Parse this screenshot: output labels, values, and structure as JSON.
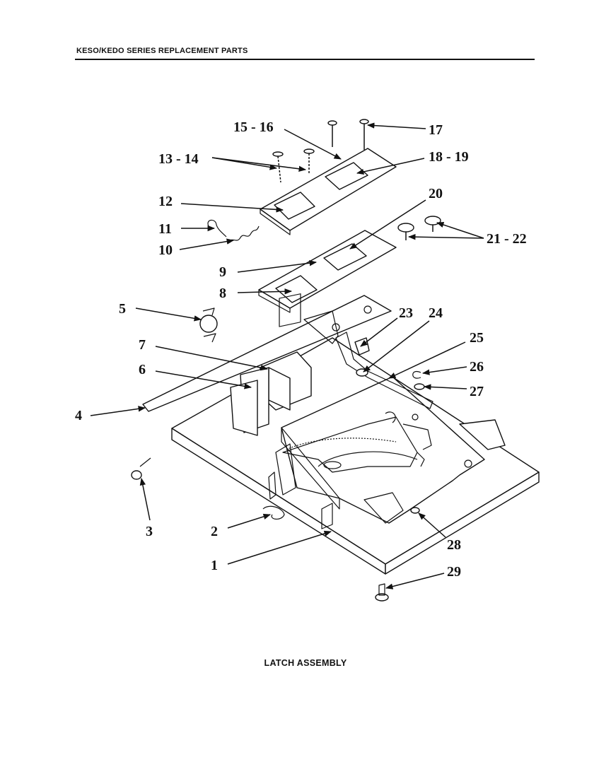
{
  "header": {
    "title": "KESO/KEDO SERIES REPLACEMENT PARTS"
  },
  "caption": "LATCH ASSEMBLY",
  "footer": {
    "page_mark": ""
  },
  "callouts": [
    {
      "id": "1",
      "label": "1"
    },
    {
      "id": "2",
      "label": "2"
    },
    {
      "id": "3",
      "label": "3"
    },
    {
      "id": "4",
      "label": "4"
    },
    {
      "id": "5",
      "label": "5"
    },
    {
      "id": "6",
      "label": "6"
    },
    {
      "id": "7",
      "label": "7"
    },
    {
      "id": "8",
      "label": "8"
    },
    {
      "id": "9",
      "label": "9"
    },
    {
      "id": "10",
      "label": "10"
    },
    {
      "id": "11",
      "label": "11"
    },
    {
      "id": "12",
      "label": "12"
    },
    {
      "id": "13-14",
      "label": "13 - 14"
    },
    {
      "id": "15-16",
      "label": "15 - 16"
    },
    {
      "id": "17",
      "label": "17"
    },
    {
      "id": "18-19",
      "label": "18 - 19"
    },
    {
      "id": "20",
      "label": "20"
    },
    {
      "id": "21-22",
      "label": "21 - 22"
    },
    {
      "id": "23",
      "label": "23"
    },
    {
      "id": "24",
      "label": "24"
    },
    {
      "id": "25",
      "label": "25"
    },
    {
      "id": "26",
      "label": "26"
    },
    {
      "id": "27",
      "label": "27"
    },
    {
      "id": "28",
      "label": "28"
    },
    {
      "id": "29",
      "label": "29"
    }
  ]
}
